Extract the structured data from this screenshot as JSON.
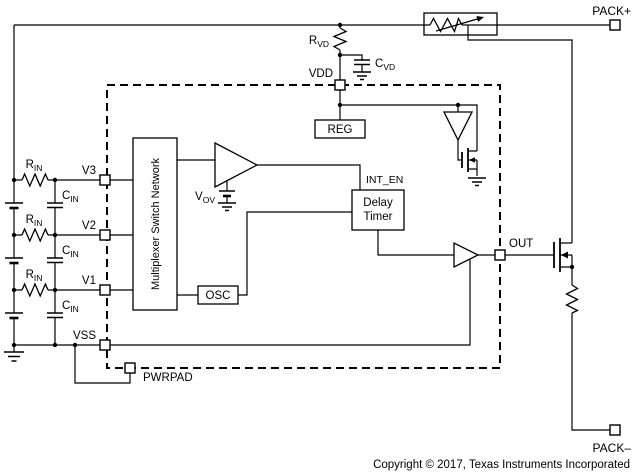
{
  "terminals": {
    "pack_plus": "PACK+",
    "pack_minus": "PACK–"
  },
  "labels": {
    "r_vd": {
      "base": "R",
      "sub": "VD"
    },
    "c_vd": {
      "base": "C",
      "sub": "VD"
    },
    "r_in": {
      "base": "R",
      "sub": "IN"
    },
    "c_in": {
      "base": "C",
      "sub": "IN"
    },
    "v_ov": {
      "base": "V",
      "sub": "OV"
    }
  },
  "pins": {
    "vdd": "VDD",
    "v3": "V3",
    "v2": "V2",
    "v1": "V1",
    "vss": "VSS",
    "out": "OUT",
    "pwrpad": "PWRPAD"
  },
  "blocks": {
    "reg": "REG",
    "multiplexer": "Multiplexer Switch Network",
    "delay_timer_line1": "Delay",
    "delay_timer_line2": "Timer",
    "osc": "OSC"
  },
  "signals": {
    "int_en": "INT_EN"
  },
  "footer": {
    "copyright": "Copyright © 2017, Texas Instruments Incorporated"
  }
}
